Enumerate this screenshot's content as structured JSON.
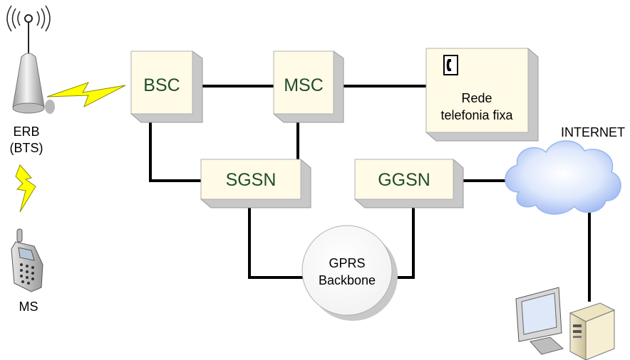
{
  "diagram": {
    "nodes": {
      "bsc": "BSC",
      "msc": "MSC",
      "sgsn": "SGSN",
      "ggsn": "GGSN",
      "rede_line1": "Rede",
      "rede_line2": "telefonia fixa",
      "gprs_line1": "GPRS",
      "gprs_line2": "Backbone"
    },
    "labels": {
      "erb_line1": "ERB",
      "erb_line2": "(BTS)",
      "ms": "MS",
      "internet": "INTERNET"
    },
    "icons": [
      "antenna-tower-icon",
      "mobile-phone-icon",
      "telephone-icon",
      "cloud-icon",
      "computer-icon",
      "lightning-icon"
    ],
    "colors": {
      "node_text": "#1f4d2e",
      "node_fill": "#fffbe6",
      "node_shade": "#c8c8c8",
      "link": "#000000",
      "lightning": "#ffff00",
      "cloud": "#b9cef8"
    }
  }
}
